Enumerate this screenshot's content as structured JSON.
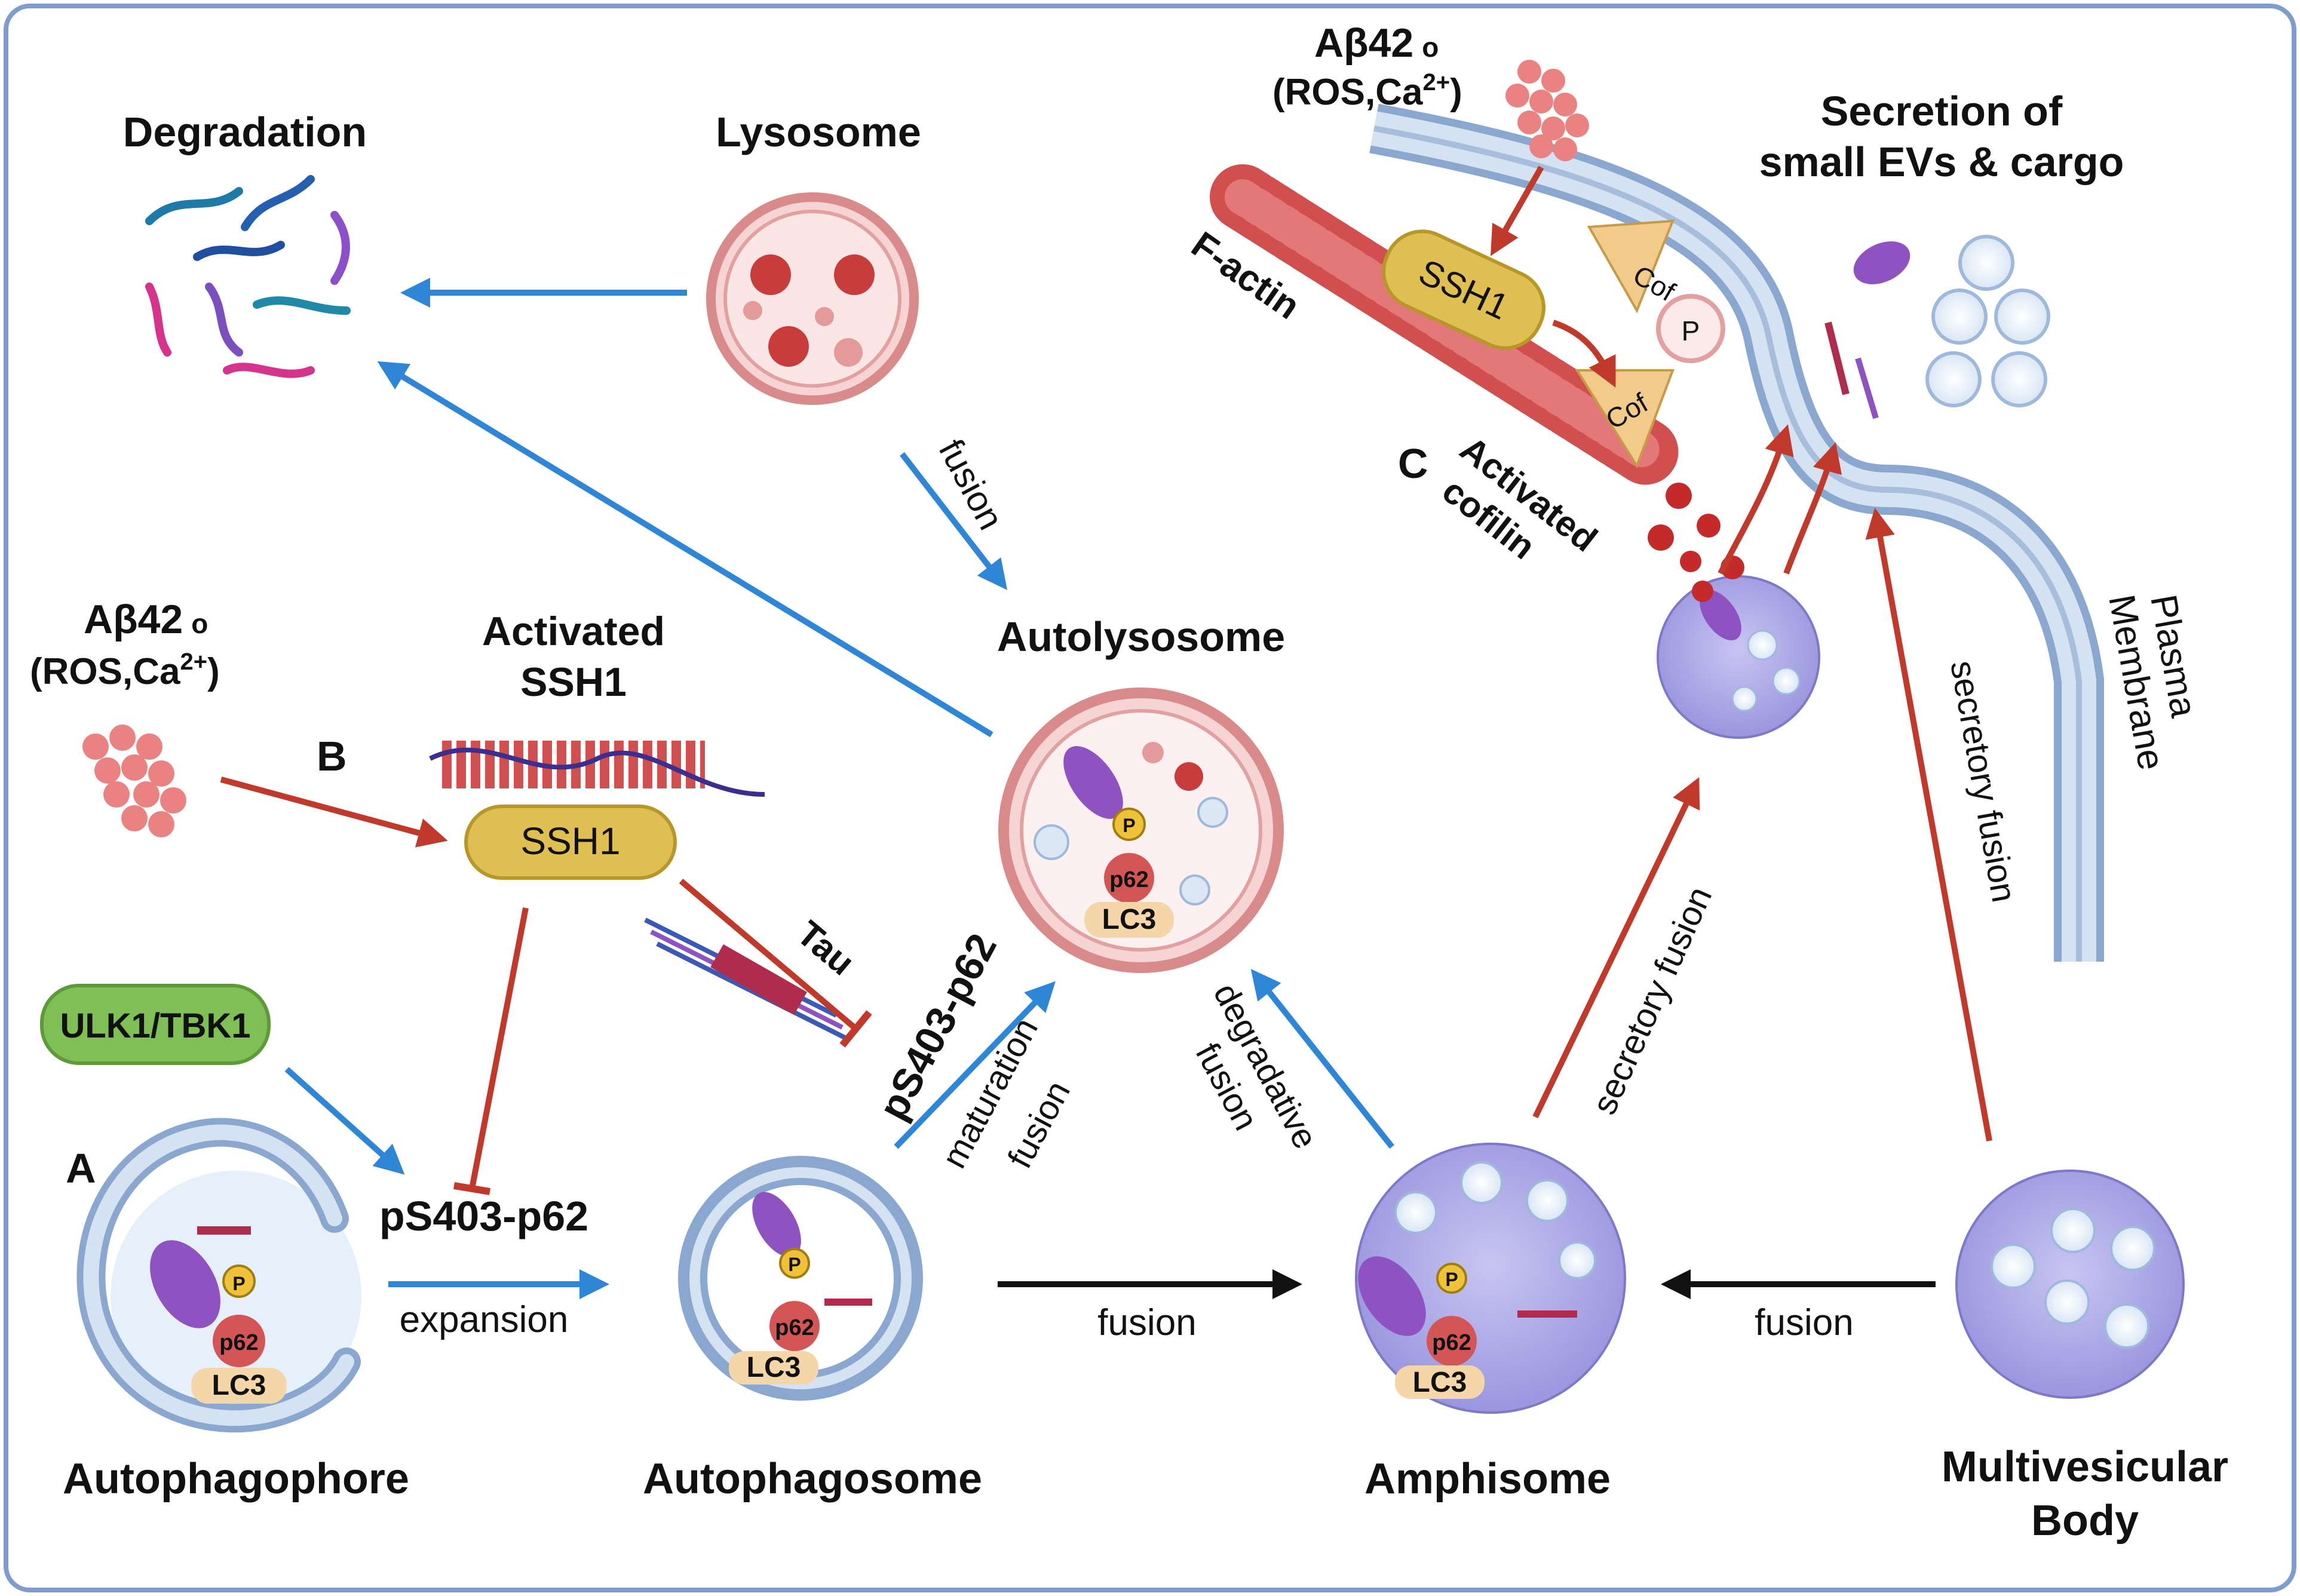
{
  "panels": {
    "a": "A",
    "b": "B",
    "c": "C"
  },
  "stages": {
    "autophagophore": "Autophagophore",
    "autophagosome": "Autophagosome",
    "amphisome": "Amphisome",
    "mvb_line1": "Multivesicular",
    "mvb_line2": "Body",
    "autolysosome": "Autolysosome",
    "lysosome": "Lysosome",
    "degradation": "Degradation"
  },
  "labels": {
    "abeta": "Aβ42",
    "abeta_sub": "o",
    "ros_ca": "(ROS,Ca",
    "ca_sup": "2+",
    "ros_close": ")",
    "activated_ssh1_line1": "Activated",
    "activated_ssh1_line2": "SSH1",
    "ssh1": "SSH1",
    "tau": "Tau",
    "ulk_tbk": "ULK1/TBK1",
    "ps403_p62": "pS403-p62",
    "expansion": "expansion",
    "fusion": "fusion",
    "maturation": "maturation",
    "degradative": "degradative",
    "secretory_fusion": "secretory fusion",
    "p62": "p62",
    "lc3": "LC3",
    "p": "P",
    "f_actin": "F-actin",
    "cof": "Cof",
    "activated": "Activated",
    "cofilin": "cofilin",
    "secretion_line1": "Secretion of",
    "secretion_line2": "small EVs & cargo",
    "plasma": "Plasma",
    "membrane": "Membrane"
  },
  "colors": {
    "blue_arrow": "#2f86d6",
    "red_arrow": "#c0392b",
    "black_arrow": "#111111",
    "lysosome": "#e8a3a3",
    "mvb": "#a9a6e6",
    "membrane": "#b8cbe3",
    "ssh1": "#e0bf52",
    "ulk": "#7fbf56",
    "border": "#7f9ccf"
  }
}
